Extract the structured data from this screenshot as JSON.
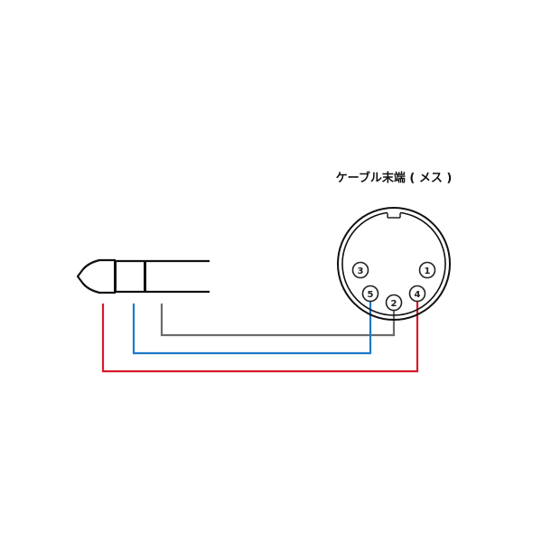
{
  "diagram": {
    "connector_label": "ケーブル末端 ( メス )",
    "pins": [
      {
        "id": "pin-1",
        "label": "1"
      },
      {
        "id": "pin-2",
        "label": "2"
      },
      {
        "id": "pin-3",
        "label": "3"
      },
      {
        "id": "pin-4",
        "label": "4"
      },
      {
        "id": "pin-5",
        "label": "5"
      }
    ],
    "wires": [
      {
        "name": "gray-wire",
        "from": "jack-sleeve-segment",
        "to": "pin-2",
        "color": "#6b6b6b"
      },
      {
        "name": "blue-wire",
        "from": "jack-ring-segment",
        "to": "pin-5",
        "color": "#1f78c8"
      },
      {
        "name": "red-wire",
        "from": "jack-tip-segment",
        "to": "pin-4",
        "color": "#d7192a"
      }
    ],
    "colors": {
      "outline": "#111111",
      "pin_outline": "#222222",
      "background": "#ffffff"
    }
  }
}
